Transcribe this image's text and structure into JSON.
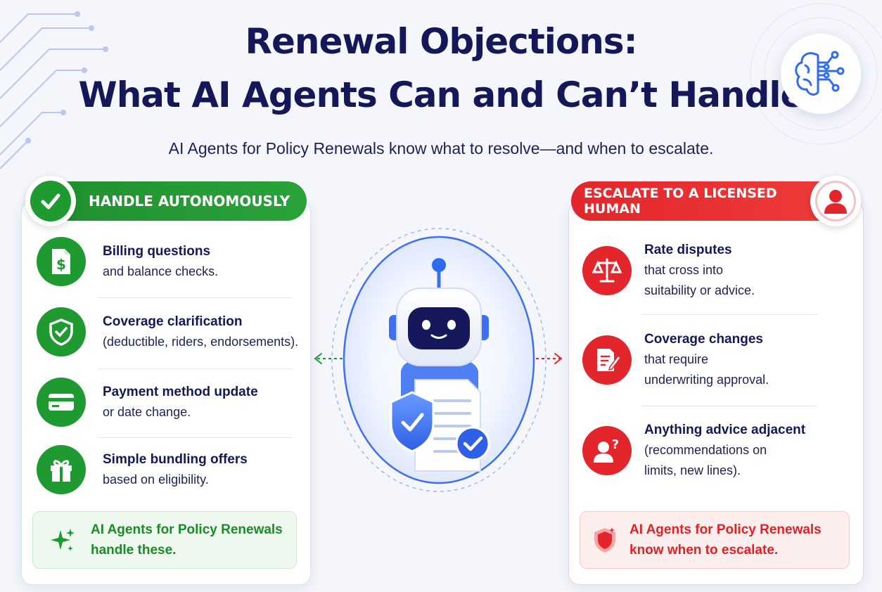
{
  "header": {
    "title_line1": "Renewal Objections:",
    "title_line2": "What AI Agents Can and Can’t Handle",
    "subtitle": "AI Agents for Policy Renewals know what to resolve—and when to escalate."
  },
  "left_panel": {
    "header": "HANDLE AUTONOMOUSLY",
    "header_icon": "check-icon",
    "accent_color": "#1f9a31",
    "items": [
      {
        "title": "Billing questions",
        "desc": [
          "and balance checks."
        ],
        "icon": "invoice-dollar-icon"
      },
      {
        "title": "Coverage clarification",
        "desc": [
          "(deductible, riders, endorsements)."
        ],
        "icon": "shield-check-icon"
      },
      {
        "title": "Payment method update",
        "desc": [
          "or date change."
        ],
        "icon": "credit-card-icon"
      },
      {
        "title": "Simple bundling offers",
        "desc": [
          "based on eligibility."
        ],
        "icon": "gift-icon"
      }
    ],
    "footer": {
      "line1": "AI Agents for Policy Renewals",
      "line2": "handle these.",
      "icon": "sparkle-icon"
    }
  },
  "right_panel": {
    "header": "ESCALATE TO A LICENSED HUMAN",
    "header_icon": "person-icon",
    "accent_color": "#e3262b",
    "items": [
      {
        "title": "Rate disputes",
        "desc": [
          "that cross into",
          "suitability or advice."
        ],
        "icon": "scales-icon"
      },
      {
        "title": "Coverage changes",
        "desc": [
          "that require",
          "underwriting approval."
        ],
        "icon": "document-pen-icon"
      },
      {
        "title": "Anything advice adjacent",
        "desc": [
          "(recommendations on",
          "limits, new lines)."
        ],
        "icon": "person-question-icon"
      }
    ],
    "footer": {
      "line1": "AI Agents for Policy Renewals",
      "line2": "know when to escalate.",
      "icon": "shield-alert-icon"
    }
  },
  "center": {
    "icon": "robot-icon"
  },
  "colors": {
    "title": "#141858",
    "green": "#1f9a31",
    "red": "#e3262b",
    "blue": "#2f6bf0"
  }
}
